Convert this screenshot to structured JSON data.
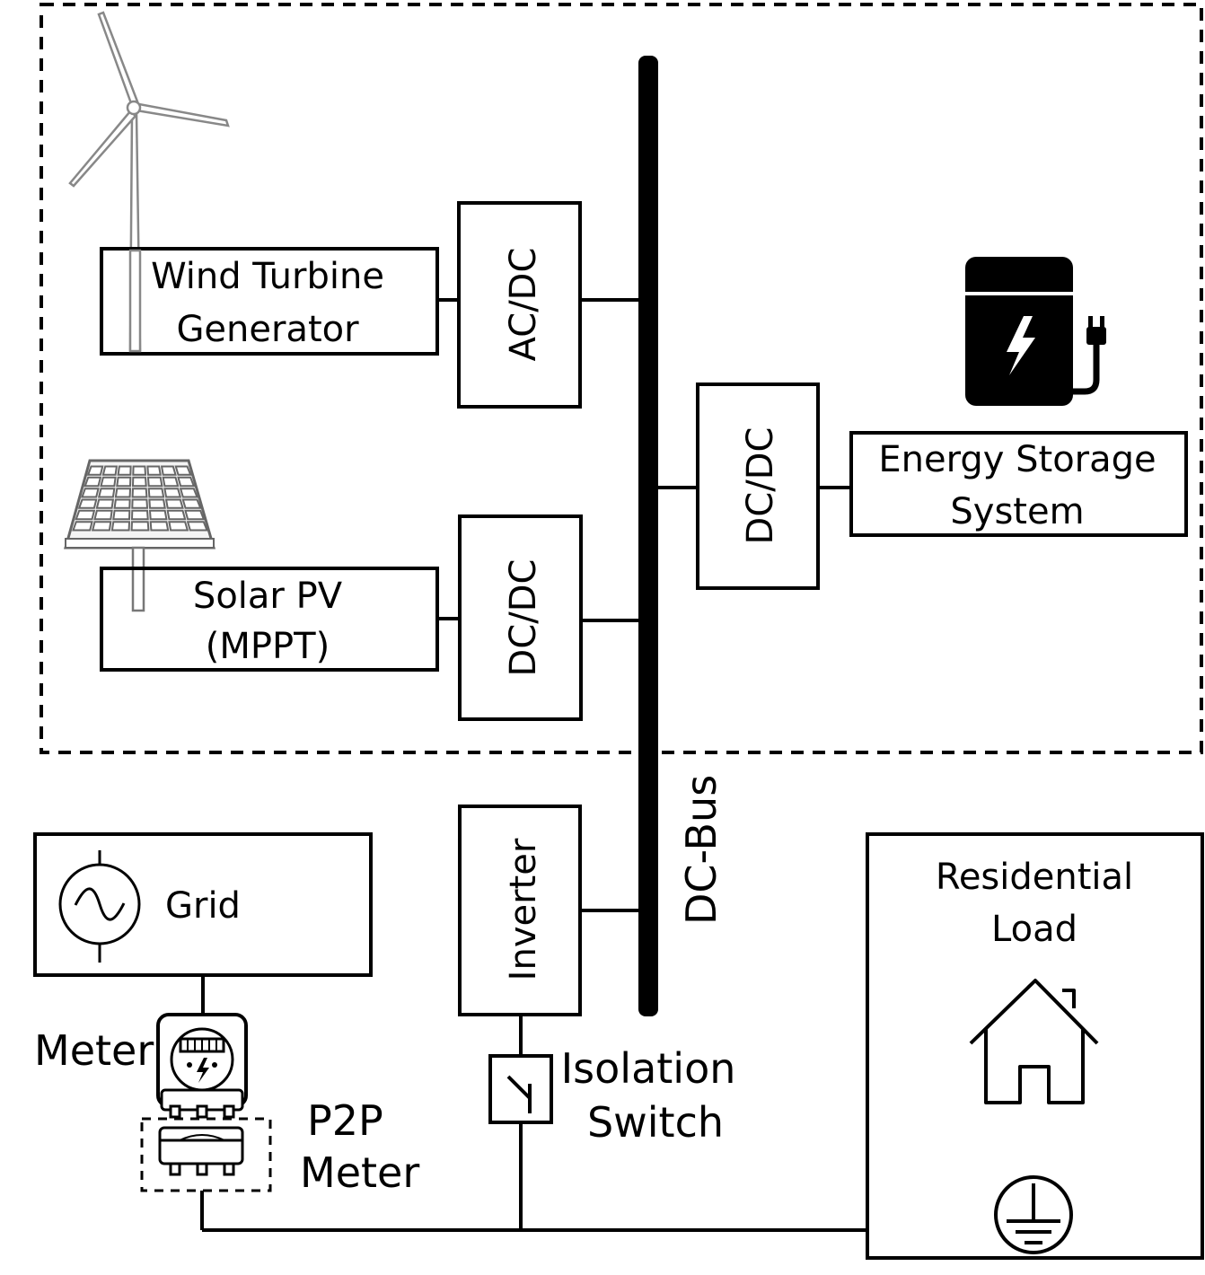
{
  "wind": {
    "line1": "Wind Turbine",
    "line2": "Generator"
  },
  "solar": {
    "line1": "Solar PV",
    "line2": "(MPPT)"
  },
  "conv_wind": "AC/DC",
  "conv_solar": "DC/DC",
  "conv_storage": "DC/DC",
  "storage": {
    "line1": "Energy Storage",
    "line2": "System"
  },
  "bus_label": "DC-Bus",
  "inverter": "Inverter",
  "grid": "Grid",
  "meter": "Meter",
  "p2p_meter": {
    "line1": "P2P",
    "line2": "Meter"
  },
  "isolation_switch": {
    "line1": "Isolation",
    "line2": "Switch"
  },
  "load": {
    "line1": "Residential",
    "line2": "Load"
  }
}
